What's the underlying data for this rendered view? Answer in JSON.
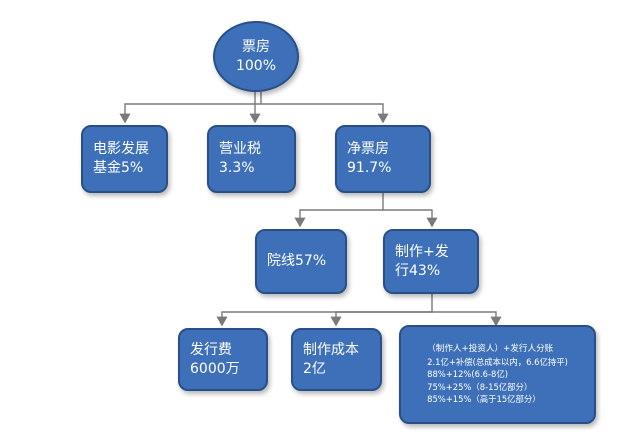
{
  "nodes": {
    "root": {
      "line1": "票房",
      "line2": "100%"
    },
    "film_fund": {
      "line1": "电影发展",
      "line2": "基金5%"
    },
    "business_tax": {
      "line1": "营业税",
      "line2": "3.3%"
    },
    "net_box_office": {
      "line1": "净票房",
      "line2": "91.7%"
    },
    "cinema_chain": {
      "line1": "院线57%"
    },
    "production_distribution": {
      "line1": "制作+发",
      "line2": "行43%"
    },
    "distribution_fee": {
      "line1": "发行费",
      "line2": "6000万"
    },
    "production_cost": {
      "line1": "制作成本",
      "line2": "2亿"
    },
    "revenue_split": {
      "lines": [
        "（制作人+投资人）+发行人分账",
        "2.1亿+补偿(总成本以内，6.6亿持平)",
        "88%+12%(6.6-8亿)",
        "75%+25%（8-15亿部分）",
        "85%+15%（高于15亿部分）"
      ]
    }
  },
  "colors": {
    "node_fill": "#3d70b8",
    "node_border": "#2a4f86",
    "text": "#ffffff",
    "connector": "#7a7a7a"
  }
}
